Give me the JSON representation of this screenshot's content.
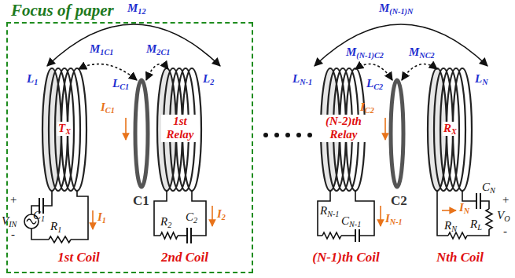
{
  "diagram": {
    "nodes": [
      {
        "text": [
          "Focus of paper"
        ]
      }
    ],
    "labels": [
      "M12",
      "M1C1",
      "M2C1",
      "L1",
      "LC1",
      "L2",
      "IC1",
      "TX",
      "1st Relay",
      "C1",
      "C1",
      "I1",
      "+",
      "VIN",
      "-",
      "R1",
      "I2",
      "R2",
      "C2",
      "1st Coil",
      "2nd Coil",
      "M(N-1)N",
      "M(N-1)C2",
      "MNC2",
      "LN-1",
      "LC2",
      "LN",
      "IC2",
      "(N-2)th Relay",
      "RX",
      "C2",
      "CN",
      "+",
      "IN",
      "RL",
      "VO",
      "-",
      "IN-1",
      "RN-1",
      "CN-1",
      "RN",
      "(N-1)th Coil",
      "Nth Coil"
    ]
  }
}
